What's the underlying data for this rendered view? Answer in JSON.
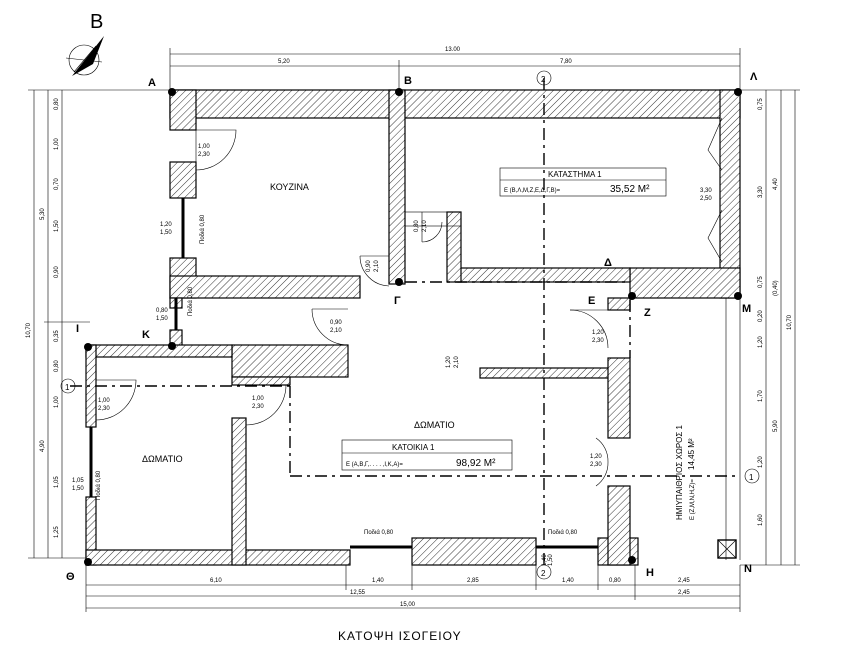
{
  "north_label": "B",
  "points": {
    "A": "A",
    "B": "B",
    "L": "Λ",
    "D": "Δ",
    "E": "E",
    "Z": "Z",
    "M": "M",
    "G": "Γ",
    "I": "I",
    "K": "K",
    "TH": "Θ",
    "H": "H",
    "N": "N"
  },
  "grid_markers": {
    "g1_left": "1",
    "g1_right": "1",
    "g2_top": "2",
    "g2_bottom": "2"
  },
  "rooms": {
    "kitchen": "ΚΟΥΖΙΝΑ",
    "room_left": "ΔΩΜΑΤΙΟ",
    "room_center": "ΔΩΜΑΤΙΟ"
  },
  "shop": {
    "title": "ΚΑΤΑΣΤΗΜΑ 1",
    "formula": "E (B,Λ,M,Z,E,Δ,Γ,B)=",
    "area": "35,52 M²"
  },
  "dwelling": {
    "title": "ΚΑΤΟΙΚΙΑ 1",
    "formula": "E (A,B,Γ,. . . . ,I,K,A)=",
    "area": "98,92 M²"
  },
  "semi_open": {
    "title": "ΗΜΙΥΠΑΙΘΡΙΟΣ ΧΩΡΟΣ 1",
    "formula": "E (Z,M,N,H,Z)=",
    "area": "14,45 M²"
  },
  "top_dims": {
    "total": "13.00",
    "left": "5,20",
    "right": "7,80"
  },
  "bottom_dims": {
    "seg1": "6,10",
    "seg2": "1,40",
    "seg3": "2,85",
    "seg4": "1,40",
    "seg5": "0,80",
    "seg6": "2,45",
    "sum1": "12,55",
    "sum2": "2,45",
    "total": "15,00"
  },
  "left_dims": {
    "d1": "0,80",
    "d2": "1,00",
    "d3": "0,70",
    "d4": "1,50",
    "d5": "0,90",
    "d6": "0,35",
    "d7": "0,80",
    "d8": "1,00",
    "d9": "1,05",
    "d10": "1,25",
    "s1": "5,30",
    "s2": "4,90",
    "total": "10,70"
  },
  "right_dims": {
    "d1": "0,75",
    "d2": "3,30",
    "d3": "0,75",
    "d4": "0,20",
    "d5": "1,20",
    "d6": "1,70",
    "d7": "1,20",
    "d8": "1,60",
    "s1": "4,40",
    "s2": "(0,40)",
    "s3": "5,90",
    "total": "10,70"
  },
  "openings": {
    "kitchen_door_a": "1,00",
    "kitchen_door_b": "2,30",
    "kitchen_win_a": "1,20",
    "kitchen_win_b": "1,50",
    "kitchen_sill": "Ποδιά 0,80",
    "shop_inner_a": "0,80",
    "shop_inner_b": "2,10",
    "hall_door_a": "0,90",
    "hall_door_b": "2,10",
    "corridor_door_a": "0,90",
    "corridor_door_b": "2,10",
    "k_win_a": "0,80",
    "k_win_b": "1,50",
    "k_sill": "Ποδιά 0,80",
    "room_door_a": "1,00",
    "room_door_b": "2,30",
    "room_door2_a": "1,00",
    "room_door2_b": "2,30",
    "room_win_a": "1,05",
    "room_win_b": "1,50",
    "room_sill": "Ποδιά 0,80",
    "hall_open_a": "1,20",
    "hall_open_b": "2,10",
    "e_door_a": "1,20",
    "e_door_b": "2,30",
    "east_door_a": "1,20",
    "east_door_b": "2,30",
    "shop_front_a": "3,30",
    "shop_front_b": "2,50",
    "south_win_a": "1,40",
    "south_win_b": "1,50",
    "south_sill1": "Ποδιά 0,80",
    "south_sill2": "Ποδιά 0,80"
  },
  "drawing_title": "ΚΑΤΟΨΗ ΙΣΟΓΕΙΟΥ"
}
